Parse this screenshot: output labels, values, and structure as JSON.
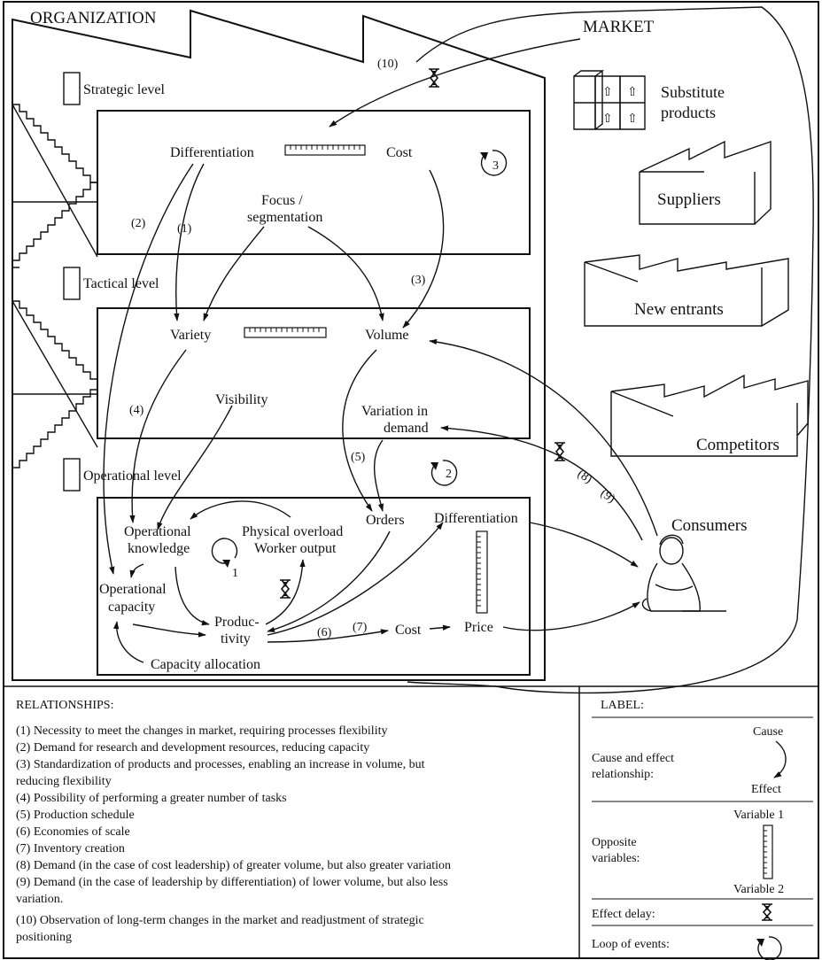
{
  "organization": {
    "title": "ORGANIZATION",
    "levels": {
      "strategic": "Strategic level",
      "tactical": "Tactical level",
      "operational": "Operational level"
    },
    "strategic_box": {
      "differentiation": "Differentiation",
      "cost": "Cost",
      "focus_line1": "Focus /",
      "focus_line2": "segmentation"
    },
    "tactical_box": {
      "variety": "Variety",
      "volume": "Volume",
      "visibility": "Visibility",
      "variation_line1": "Variation in",
      "variation_line2": "demand"
    },
    "operational_box": {
      "op_knowledge_line1": "Operational",
      "op_knowledge_line2": "knowledge",
      "physical_overload": "Physical overload",
      "worker_output": "Worker output",
      "orders": "Orders",
      "differentiation": "Differentiation",
      "op_capacity_line1": "Operational",
      "op_capacity_line2": "capacity",
      "productivity_line1": "Produc-",
      "productivity_line2": "tivity",
      "cost": "Cost",
      "price": "Price",
      "capacity_allocation": "Capacity allocation"
    }
  },
  "market": {
    "title": "MARKET",
    "substitute_line1": "Substitute",
    "substitute_line2": "products",
    "suppliers": "Suppliers",
    "new_entrants": "New entrants",
    "competitors": "Competitors",
    "consumers": "Consumers"
  },
  "arrow_labels": {
    "a1": "(1)",
    "a2": "(2)",
    "a3": "(3)",
    "a4": "(4)",
    "a5": "(5)",
    "a6": "(6)",
    "a7": "(7)",
    "a8": "(8)",
    "a9": "(9)",
    "a10": "(10)"
  },
  "loops": {
    "l1": "1",
    "l2": "2",
    "l3": "3"
  },
  "relationships": {
    "heading": "RELATIONSHIPS:",
    "items": [
      "(1) Necessity to meet the changes in market, requiring processes flexibility",
      "(2) Demand for research and development resources, reducing capacity",
      "(3) Standardization of products and processes, enabling an increase in volume, but",
      "reducing flexibility",
      "(4) Possibility of performing a greater number of tasks",
      "(5) Production schedule",
      "(6) Economies of scale",
      "(7) Inventory creation",
      "(8) Demand (in the case of cost leadership) of greater volume, but also greater variation",
      "(9) Demand (in the case of leadership by differentiation) of lower volume, but also less",
      "variation.",
      "(10) Observation of long-term changes in the market and readjustment of strategic",
      "positioning"
    ]
  },
  "legend": {
    "heading": "LABEL:",
    "cause_effect_line1": "Cause and effect",
    "cause_effect_line2": "relationship:",
    "cause": "Cause",
    "effect": "Effect",
    "opposite_line1": "Opposite",
    "opposite_line2": "variables:",
    "variable1": "Variable 1",
    "variable2": "Variable 2",
    "effect_delay": "Effect delay:",
    "loop_of_events": "Loop of events:"
  }
}
